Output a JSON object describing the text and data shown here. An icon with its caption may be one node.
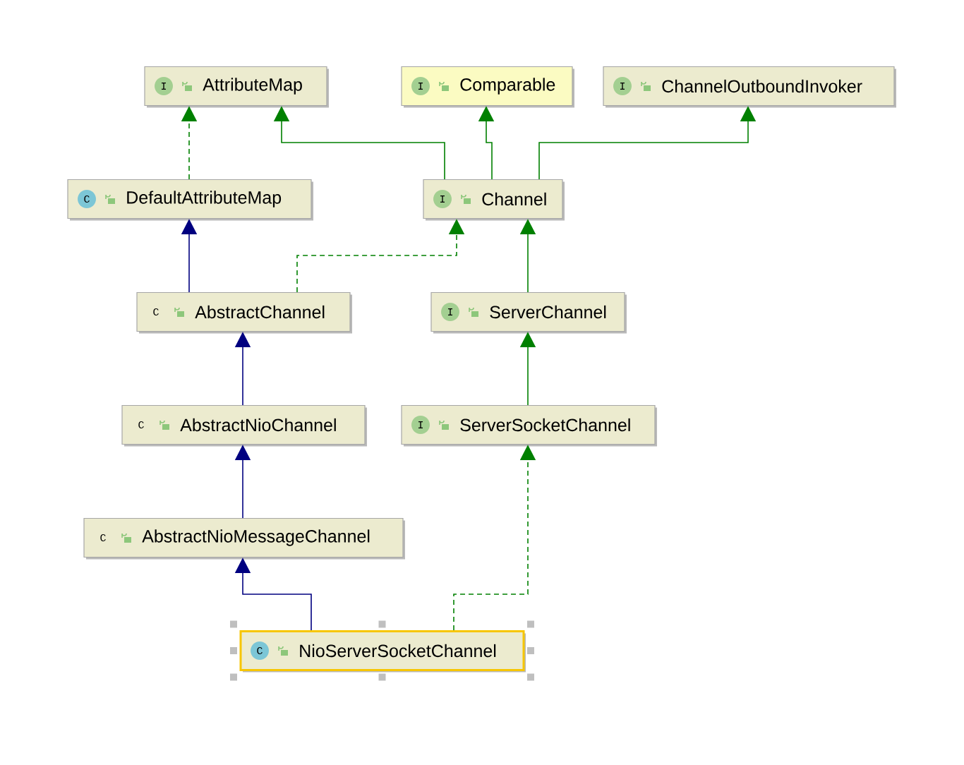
{
  "diagram": {
    "nodes": [
      {
        "text": [
          "I",
          "AttributeMap"
        ]
      },
      {
        "text": [
          "I",
          "Comparable"
        ]
      },
      {
        "text": [
          "I",
          "ChannelOutboundInvoker"
        ]
      },
      {
        "text": [
          "C",
          "DefaultAttributeMap"
        ]
      },
      {
        "text": [
          "I",
          "Channel"
        ]
      },
      {
        "text": [
          "C",
          "AbstractChannel"
        ]
      },
      {
        "text": [
          "I",
          "ServerChannel"
        ]
      },
      {
        "text": [
          "C",
          "AbstractNioChannel"
        ]
      },
      {
        "text": [
          "I",
          "ServerSocketChannel"
        ]
      },
      {
        "text": [
          "C",
          "AbstractNioMessageChannel"
        ]
      },
      {
        "text": [
          "C",
          "NioServerSocketChannel"
        ]
      }
    ],
    "edges": [
      {
        "from": 3,
        "to": 0,
        "arrow": "to",
        "style": "dashed"
      },
      {
        "from": 4,
        "to": 0,
        "arrow": "to"
      },
      {
        "from": 4,
        "to": 1,
        "arrow": "to"
      },
      {
        "from": 4,
        "to": 2,
        "arrow": "to"
      },
      {
        "from": 5,
        "to": 3,
        "arrow": "to",
        "color": "#000080"
      },
      {
        "from": 5,
        "to": 4,
        "arrow": "to",
        "style": "dashed"
      },
      {
        "from": 6,
        "to": 4,
        "arrow": "to"
      },
      {
        "from": 7,
        "to": 5,
        "arrow": "to",
        "color": "#000080"
      },
      {
        "from": 8,
        "to": 6,
        "arrow": "to"
      },
      {
        "from": 9,
        "to": 7,
        "arrow": "to",
        "color": "#000080"
      },
      {
        "from": 10,
        "to": 9,
        "arrow": "to",
        "color": "#000080"
      },
      {
        "from": 10,
        "to": 8,
        "arrow": "to",
        "style": "dashed"
      }
    ]
  }
}
